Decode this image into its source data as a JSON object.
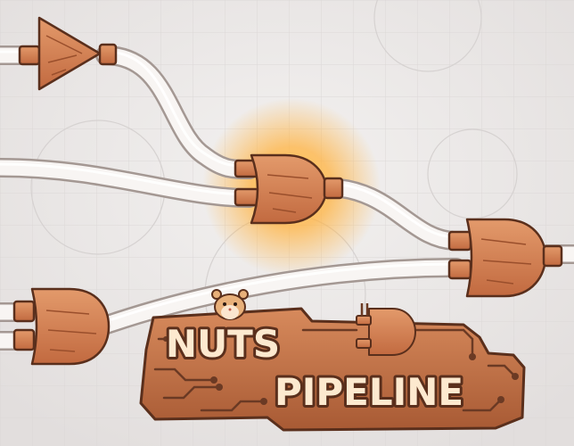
{
  "game": {
    "title_line1": "NUTS",
    "title_line2": "PIPELINE"
  },
  "colors": {
    "background": "#ece9e8",
    "grid": "#d9d5d4",
    "wood": "#c9734a",
    "wood_dark": "#8a4a2e",
    "wood_light": "#e09a6e",
    "outline": "#5a2f1c",
    "pipe_fill": "#f7f4f2",
    "pipe_edge": "#9c918c",
    "glow": "#ffb23f",
    "title_text": "#fde9cf",
    "circuit": "#6b3a24"
  },
  "scene": {
    "gates": [
      {
        "id": "buffer-gate-top-left",
        "kind": "buffer",
        "active": false
      },
      {
        "id": "and-gate-center",
        "kind": "and",
        "active": true
      },
      {
        "id": "and-gate-right",
        "kind": "and",
        "active": false
      },
      {
        "id": "and-gate-bottom-left",
        "kind": "and",
        "active": false
      }
    ],
    "mascot": {
      "icon": "hamster-icon"
    }
  }
}
